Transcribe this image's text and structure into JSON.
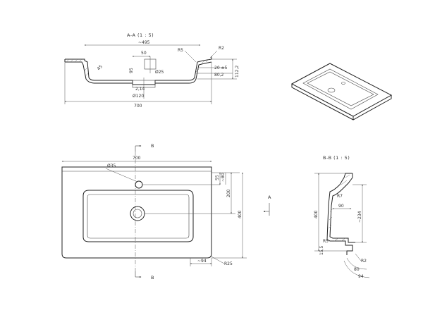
{
  "section_aa": {
    "title": "A-A (1 : 5)",
    "dims": {
      "width_inner": "~495",
      "width_total": "700",
      "tap_offset": "50",
      "r5": "R5",
      "r2": "R2",
      "tap_hole": "Ø25",
      "drain_hole": "Ø120",
      "depth_95": "95",
      "d20": "20 ±5",
      "d80": "80,2",
      "d112": "112,2",
      "drain_pos": "2,14"
    }
  },
  "plan_view": {
    "section_mark": "B",
    "dims": {
      "width_total": "700",
      "tap_hole": "Ø35",
      "d55": "55",
      "d80": "~80",
      "d200": "200",
      "d400": "400",
      "d94": "~94",
      "r25": "R25"
    }
  },
  "section_bb": {
    "title": "B-B (1 : 5)",
    "arrow_label": "A",
    "dims": {
      "depth_400": "400",
      "r7": "R7",
      "d90": "90",
      "d234": "~234",
      "r5": "R5",
      "d155": "15,5",
      "r2": "R2",
      "d80": "80",
      "d94": "94"
    }
  }
}
